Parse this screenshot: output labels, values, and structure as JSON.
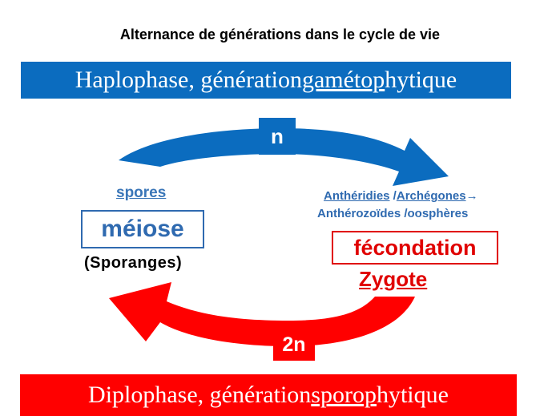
{
  "title": "Alternance de générations dans le cycle de vie",
  "haplophase": {
    "prefix": "Haplophase, génération ",
    "underlined": "gamétop",
    "suffix": "hytique",
    "color": "#0b6cbf"
  },
  "diplophase": {
    "prefix": "Diplophase, génération ",
    "underlined": "sporop",
    "suffix": "hytique",
    "color": "#ff0000"
  },
  "n_label": "n",
  "two_n_label": "2n",
  "left": {
    "spores": "spores",
    "meiose": "méiose",
    "sporanges": "(Sporanges)"
  },
  "right": {
    "antheridies": "Anthéridies",
    "separator": " /",
    "archegones": "Archégones",
    "arrow": "→",
    "line2": "Anthérozoïdes /oosphères",
    "fecondation": "fécondation",
    "zygote": "Zygote"
  },
  "icons": {
    "top_arrow": "curved-arrow-right-icon",
    "bottom_arrow": "curved-arrow-left-icon"
  }
}
